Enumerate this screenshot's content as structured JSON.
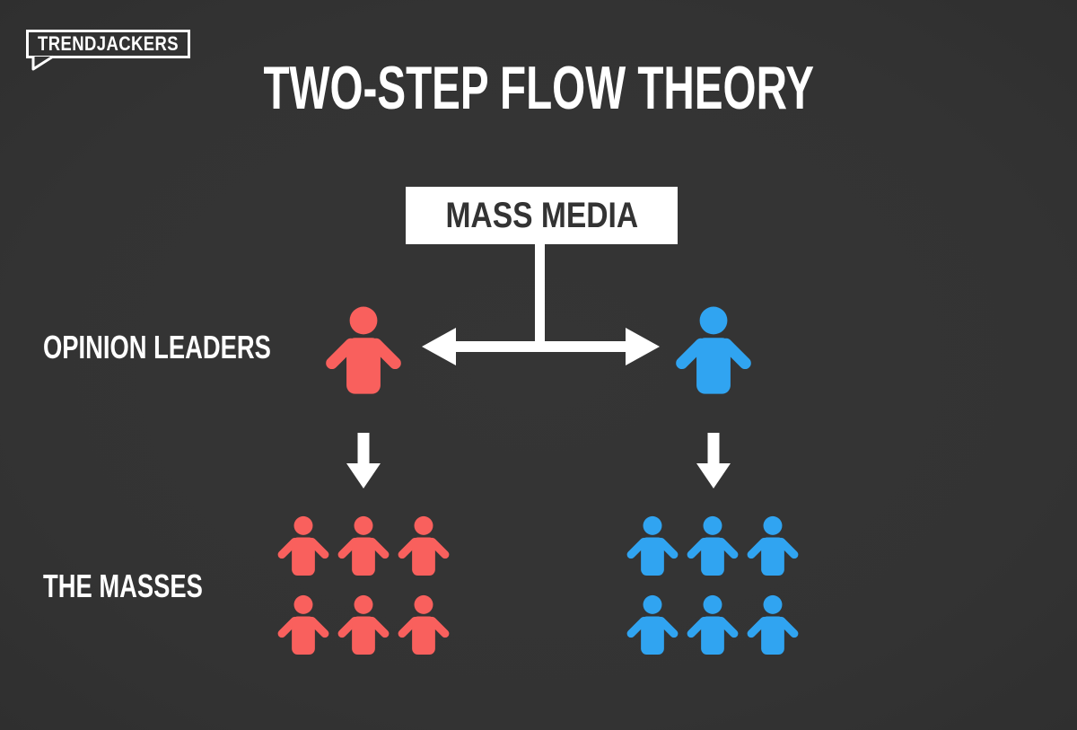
{
  "logo": {
    "text": "TRENDJACKERS"
  },
  "title": "TWO-STEP FLOW THEORY",
  "diagram": {
    "source_label": "MASS MEDIA",
    "row_labels": {
      "opinion_leaders": "OPINION LEADERS",
      "the_masses": "THE MASSES"
    },
    "branches": [
      {
        "side": "left",
        "color_name": "red",
        "color": "#f9605d",
        "opinion_leaders": 1,
        "masses": 6
      },
      {
        "side": "right",
        "color_name": "blue",
        "color": "#30a4f1",
        "opinion_leaders": 1,
        "masses": 6
      }
    ],
    "masses_grid": {
      "rows": 2,
      "cols": 3
    },
    "flow": [
      "MASS MEDIA",
      "OPINION LEADERS",
      "THE MASSES"
    ]
  },
  "colors": {
    "background": "#333333",
    "text_light": "#ffffff",
    "text_dark": "#333333",
    "arrow": "#ffffff",
    "red": "#f9605d",
    "blue": "#30a4f1"
  }
}
